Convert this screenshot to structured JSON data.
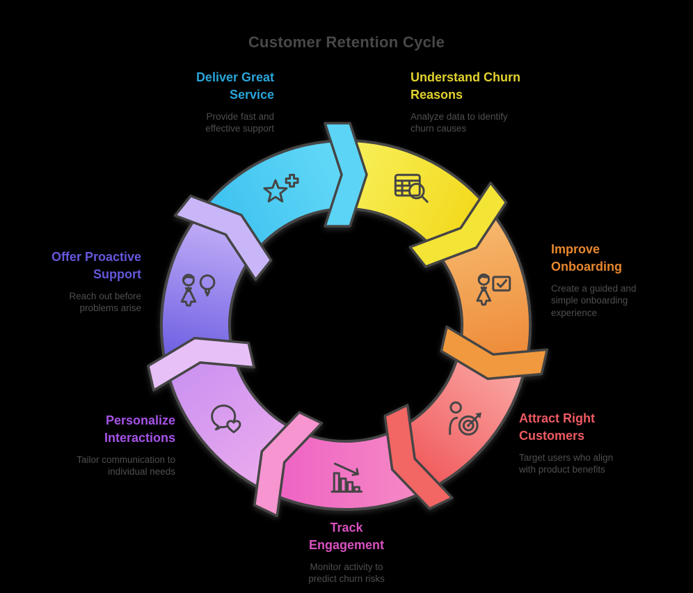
{
  "title": "Customer Retention Cycle",
  "background_color": "#000000",
  "title_color": "#484848",
  "description_color": "#4F4F4F",
  "outline_color": "#454545",
  "icon_color": "#454545",
  "diagram": {
    "type": "cycle",
    "direction": "clockwise",
    "segments": [
      {
        "name": "understand-churn-reasons",
        "label": "Understand Churn\nReasons",
        "description": "Analyze data to identify\nchurn causes",
        "label_color": "#E1D22E",
        "color_start": "#F7EE57",
        "color_end": "#F3DA1E",
        "tab_color": "#F4E435",
        "icon": "table-search"
      },
      {
        "name": "improve-onboarding",
        "label": "Improve\nOnboarding",
        "description": "Create a guided and\nsimple onboarding\nexperience",
        "label_color": "#E8872D",
        "color_start": "#F6B66B",
        "color_end": "#EE8C3A",
        "tab_color": "#F0993F",
        "icon": "presentation-check"
      },
      {
        "name": "attract-right-customers",
        "label": "Attract Right\nCustomers",
        "description": "Target users who align\nwith product benefits",
        "label_color": "#EE5A62",
        "color_start": "#F9A3A0",
        "color_end": "#F15E60",
        "tab_color": "#F26663",
        "icon": "person-target"
      },
      {
        "name": "track-engagement",
        "label": "Track\nEngagement",
        "description": "Monitor activity to\npredict churn risks",
        "label_color": "#D751BF",
        "color_start": "#F587C4",
        "color_end": "#EE64C4",
        "tab_color": "#F795D0",
        "icon": "declining-chart"
      },
      {
        "name": "personalize-interactions",
        "label": "Personalize\nInteractions",
        "description": "Tailor communication to\nindividual needs",
        "label_color": "#A653E8",
        "color_start": "#E9A9EE",
        "color_end": "#CB92F0",
        "tab_color": "#E7C0F8",
        "icon": "chat-heart"
      },
      {
        "name": "offer-proactive-support",
        "label": "Offer Proactive\nSupport",
        "description": "Reach out before\nproblems arise",
        "label_color": "#6457DC",
        "color_start": "#7162E3",
        "color_end": "#BEAAF6",
        "tab_color": "#C9B6F8",
        "icon": "person-lightbulb"
      },
      {
        "name": "deliver-great-service",
        "label": "Deliver Great\nService",
        "description": "Provide fast and\neffective support",
        "label_color": "#2AA4DA",
        "color_start": "#3FC3F0",
        "color_end": "#62D8F7",
        "tab_color": "#5CD4F6",
        "icon": "star-plus"
      }
    ]
  }
}
